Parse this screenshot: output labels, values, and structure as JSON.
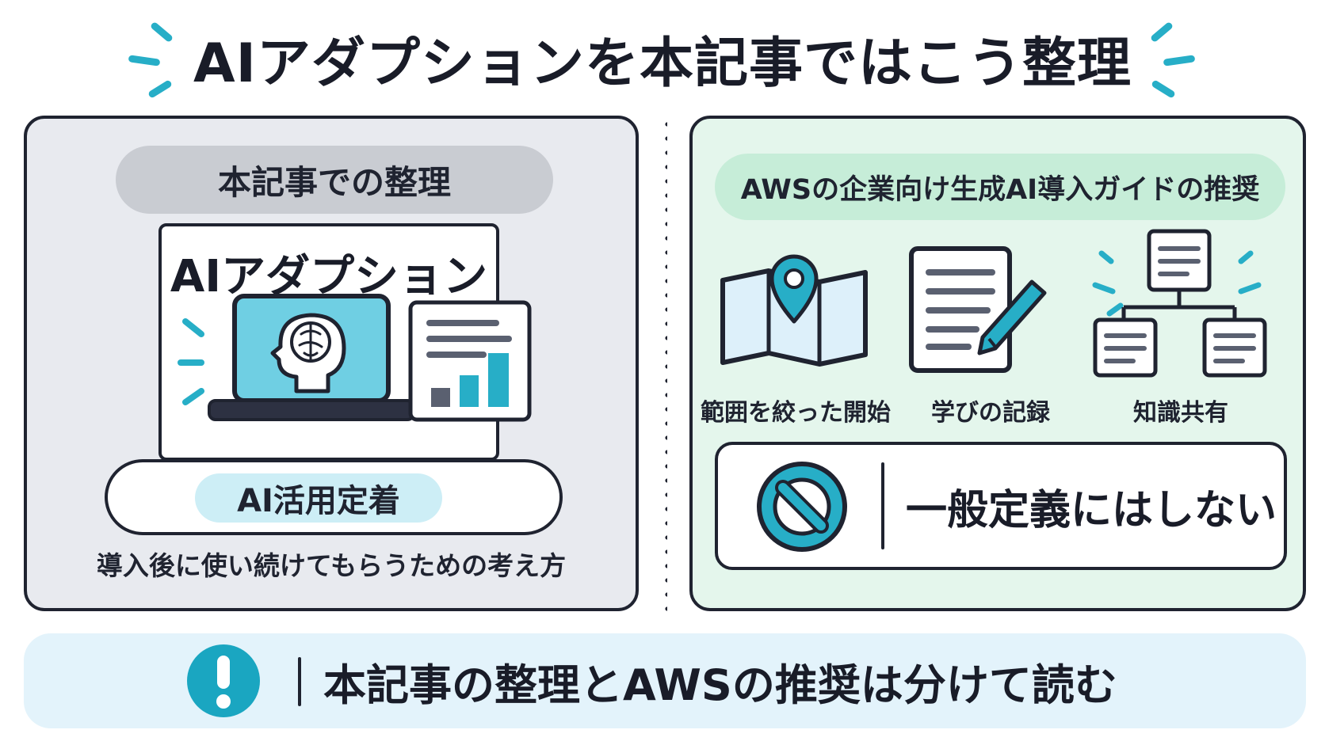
{
  "title": "AIアダプションを本記事ではこう整理",
  "colors": {
    "accent": "#27aec7",
    "ink": "#1f2330",
    "left_panel_bg": "#e8eaef",
    "right_panel_bg": "#e4f6ec",
    "banner_bg": "#e3f3fb"
  },
  "left_panel": {
    "header": "本記事での整理",
    "card_title": "AIアダプション",
    "badge": "AI活用定着",
    "caption": "導入後に使い続けてもらうための考え方",
    "icons": [
      "laptop-brain-icon",
      "report-chart-icon"
    ]
  },
  "right_panel": {
    "header": "AWSの企業向け生成AI導入ガイドの推奨",
    "items": [
      {
        "icon": "map-pin-icon",
        "label": "範囲を絞った開始"
      },
      {
        "icon": "document-pencil-icon",
        "label": "学びの記録"
      },
      {
        "icon": "knowledge-tree-icon",
        "label": "知識共有"
      }
    ],
    "prohibition": {
      "icon": "prohibited-icon",
      "text": "一般定義にはしない"
    }
  },
  "banner": {
    "icon": "exclamation-icon",
    "text": "本記事の整理とAWSの推奨は分けて読む"
  }
}
